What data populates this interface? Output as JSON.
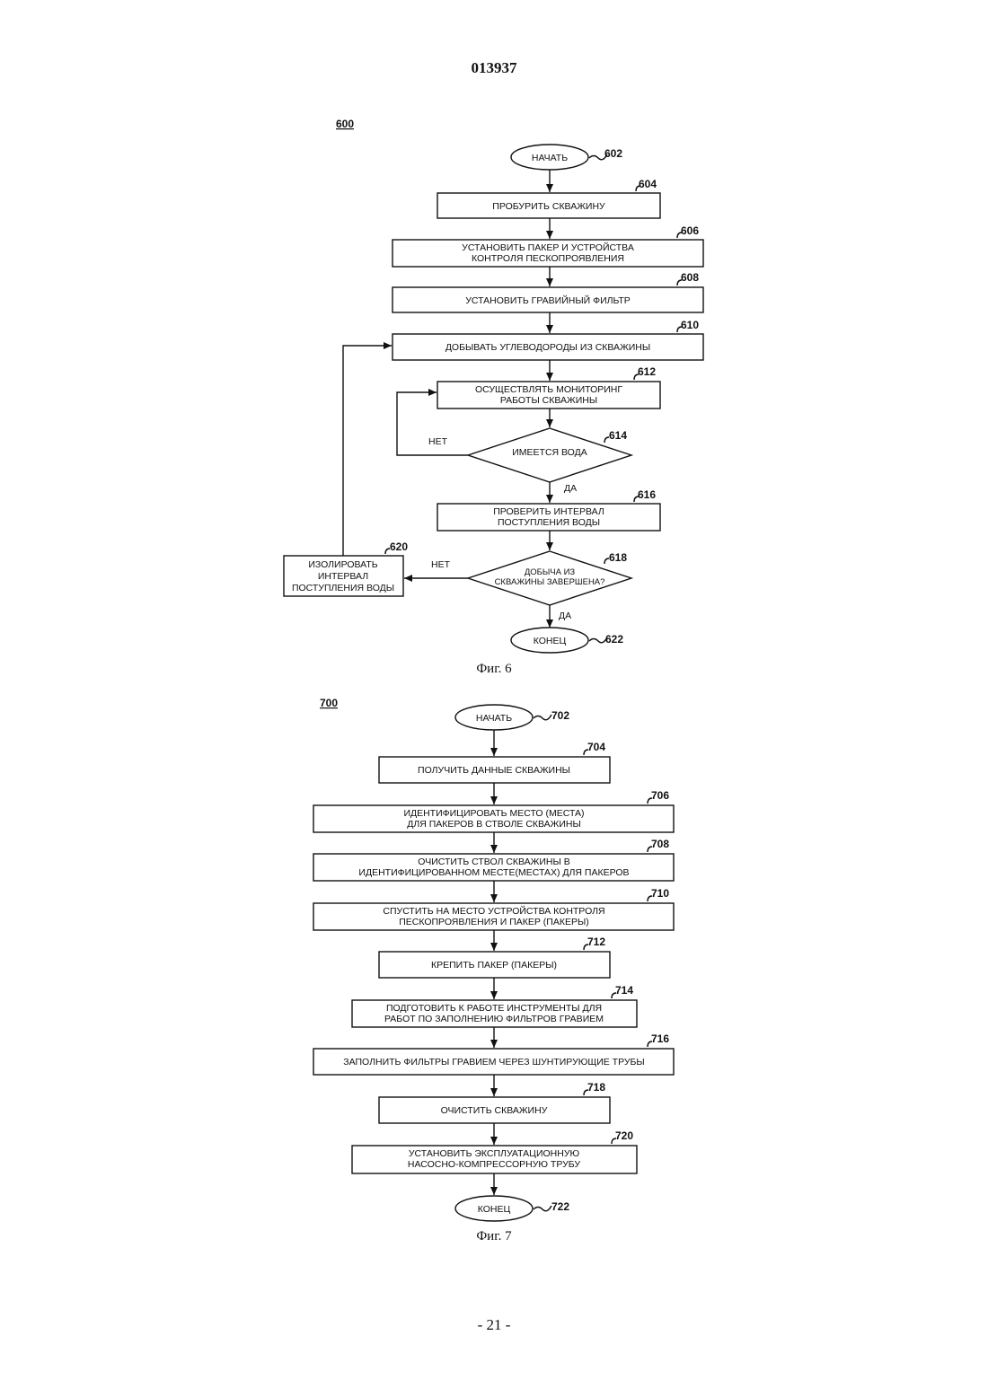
{
  "page": {
    "doc_number": "013937",
    "page_number": "- 21 -"
  },
  "fig6": {
    "number": "600",
    "caption": "Фиг. 6",
    "start": {
      "ref": "602",
      "label": "НАЧАТЬ"
    },
    "drill": {
      "ref": "604",
      "label": "ПРОБУРИТЬ СКВАЖИНУ"
    },
    "install_packer": {
      "ref": "606",
      "lines": [
        "УСТАНОВИТЬ ПАКЕР И УСТРОЙСТВА",
        "КОНТРОЛЯ ПЕСКОПРОЯВЛЕНИЯ"
      ]
    },
    "gravel": {
      "ref": "608",
      "label": "УСТАНОВИТЬ ГРАВИЙНЫЙ ФИЛЬТР"
    },
    "produce": {
      "ref": "610",
      "label": "ДОБЫВАТЬ УГЛЕВОДОРОДЫ ИЗ СКВАЖИНЫ"
    },
    "monitor": {
      "ref": "612",
      "lines": [
        "ОСУЩЕСТВЛЯТЬ МОНИТОРИНГ",
        "РАБОТЫ СКВАЖИНЫ"
      ]
    },
    "water": {
      "ref": "614",
      "label": "ИМЕЕТСЯ ВОДА",
      "no": "НЕТ",
      "yes": "ДА"
    },
    "check": {
      "ref": "616",
      "lines": [
        "ПРОВЕРИТЬ ИНТЕРВАЛ",
        "ПОСТУПЛЕНИЯ ВОДЫ"
      ]
    },
    "complete": {
      "ref": "618",
      "lines": [
        "ДОБЫЧА ИЗ",
        "СКВАЖИНЫ ЗАВЕРШЕНА?"
      ],
      "no": "НЕТ",
      "yes": "ДА"
    },
    "isolate": {
      "ref": "620",
      "lines": [
        "ИЗОЛИРОВАТЬ",
        "ИНТЕРВАЛ",
        "ПОСТУПЛЕНИЯ ВОДЫ"
      ]
    },
    "end": {
      "ref": "622",
      "label": "КОНЕЦ"
    }
  },
  "fig7": {
    "number": "700",
    "caption": "Фиг. 7",
    "start": {
      "ref": "702",
      "label": "НАЧАТЬ"
    },
    "get_data": {
      "ref": "704",
      "label": "ПОЛУЧИТЬ ДАННЫЕ СКВАЖИНЫ"
    },
    "identify": {
      "ref": "706",
      "lines": [
        "ИДЕНТИФИЦИРОВАТЬ  МЕСТО (МЕСТА)",
        "ДЛЯ ПАКЕРОВ В СТВОЛЕ СКВАЖИНЫ"
      ]
    },
    "clean_bore": {
      "ref": "708",
      "lines": [
        "ОЧИСТИТЬ СТВОЛ СКВАЖИНЫ В",
        "ИДЕНТИФИЦИРОВАННОМ МЕСТЕ(МЕСТАХ) ДЛЯ ПАКЕРОВ"
      ]
    },
    "run_in": {
      "ref": "710",
      "lines": [
        "СПУСТИТЬ НА МЕСТО УСТРОЙСТВА КОНТРОЛЯ",
        "ПЕСКОПРОЯВЛЕНИЯ И ПАКЕР (ПАКЕРЫ)"
      ]
    },
    "set_packer": {
      "ref": "712",
      "label": "КРЕПИТЬ ПАКЕР (ПАКЕРЫ)"
    },
    "prepare_tools": {
      "ref": "714",
      "lines": [
        "ПОДГОТОВИТЬ К РАБОТЕ ИНСТРУМЕНТЫ ДЛЯ",
        "РАБОТ ПО ЗАПОЛНЕНИЮ ФИЛЬТРОВ ГРАВИЕМ"
      ]
    },
    "fill_gravel": {
      "ref": "716",
      "label": "ЗАПОЛНИТЬ ФИЛЬТРЫ ГРАВИЕМ ЧЕРЕЗ ШУНТИРУЮЩИЕ ТРУБЫ"
    },
    "clean_well": {
      "ref": "718",
      "label": "ОЧИСТИТЬ СКВАЖИНУ"
    },
    "install_tubing": {
      "ref": "720",
      "lines": [
        "УСТАНОВИТЬ ЭКСПЛУАТАЦИОННУЮ",
        "НАСОСНО-КОМПРЕССОРНУЮ ТРУБУ"
      ]
    },
    "end": {
      "ref": "722",
      "label": "КОНЕЦ"
    }
  }
}
